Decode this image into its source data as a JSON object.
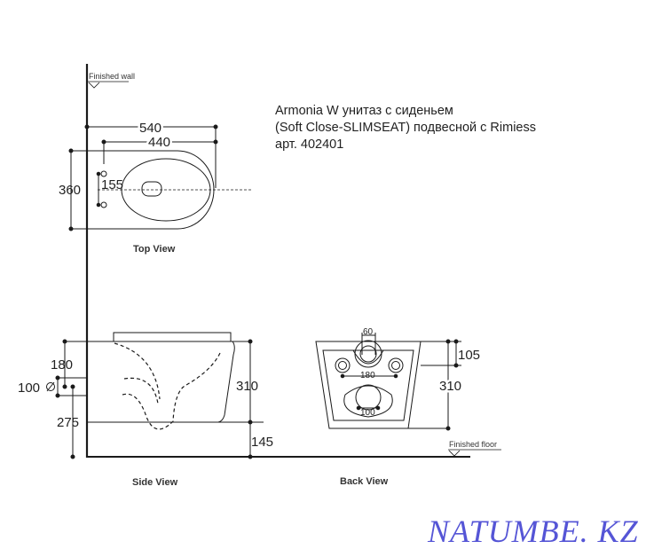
{
  "title": {
    "line1": "Armonia W унитаз с сиденьем",
    "line2": "(Soft Close-SLIMSEAT) подвесной с Rimiess",
    "line3": "арт. 402401"
  },
  "labels": {
    "finished_wall": "Finished wall",
    "finished_floor": "Finished floor",
    "top_view": "Top View",
    "side_view": "Side View",
    "back_view": "Back View"
  },
  "dimensions": {
    "top_view": {
      "overall_length": "540",
      "bowl_length": "440",
      "width": "360",
      "bolt_spacing": "155"
    },
    "side_view": {
      "inlet_from_top": "180",
      "inlet_diameter": "100",
      "outlet_height": "275",
      "bowl_height": "310",
      "floor_clearance": "145",
      "diameter_symbol": "⌀"
    },
    "back_view": {
      "inlet_width": "60",
      "bolt_spacing": "180",
      "outlet_width": "100",
      "inlet_from_top": "105",
      "height": "310"
    }
  },
  "watermark": "NATUMBE. KZ",
  "colors": {
    "line": "#1a1a1a",
    "watermark": "#5555d6"
  }
}
